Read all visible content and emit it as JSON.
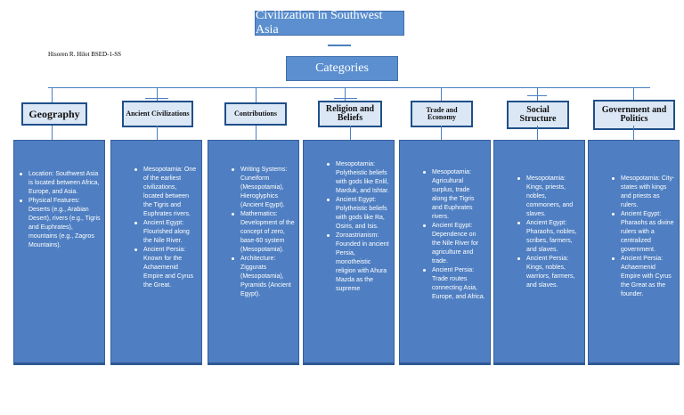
{
  "title": "Civilization in Southwest Asia",
  "author": "Hisoren R. Hilot BSED-1-SS",
  "categories_label": "Categories",
  "columns": [
    {
      "header": "Geography",
      "items": [
        "Location: Southwest Asia is located between Africa, Europe, and Asia.",
        "Physical Features: Deserts (e.g., Arabian Desert), rivers (e.g., Tigris and Euphrates), mountains (e.g., Zagros Mountains)."
      ]
    },
    {
      "header": "Ancient Civilizations",
      "items": [
        "Mesopotamia: One of the earliest civilizations, located between the Tigris and Euphrates rivers.",
        "Ancient Egypt: Flourished along the Nile River.",
        "Ancient Persia: Known for the Achaemenid Empire and Cyrus the Great."
      ]
    },
    {
      "header": "Contributions",
      "items": [
        "Writing Systems: Cuneiform (Mesopotamia), Hieroglyphics (Ancient Egypt).",
        "Mathematics: Development of the concept of zero, base-60 system (Mesopotamia).",
        "Architecture: Ziggurats (Mesopotamia), Pyramids (Ancient Egypt)."
      ]
    },
    {
      "header": "Religion and Beliefs",
      "items": [
        "Mesopotamia: Polytheistic beliefs with gods like Enlil, Marduk, and Ishtar.",
        "Ancient Egypt: Polytheistic beliefs with gods like Ra, Osiris, and Isis.",
        "Zoroastrianism: Founded in ancient Persia, monotheistic religion with Ahura Mazda as the supreme"
      ]
    },
    {
      "header": "Trade and Economy",
      "items": [
        "Mesopotamia: Agricultural surplus, trade along the Tigris and Euphrates rivers.",
        "Ancient Egypt: Dependence on the Nile River for agriculture and trade.",
        "Ancient Persia: Trade routes connecting Asia, Europe, and Africa."
      ]
    },
    {
      "header": "Social Structure",
      "items": [
        "Mesopotamia: Kings, priests, nobles, commoners, and slaves.",
        "Ancient Egypt: Pharaohs, nobles, scribes, farmers, and slaves.",
        "Ancient Persia: Kings, nobles, warriors, farmers, and slaves."
      ]
    },
    {
      "header": "Government and Politics",
      "items": [
        "Mesopotamia: City-states with kings and priests as rulers.",
        "Ancient Egypt: Pharaohs as divine rulers with a centralized government.",
        "Ancient Persia: Achaemenid Empire with Cyrus the Great as the founder."
      ]
    }
  ]
}
